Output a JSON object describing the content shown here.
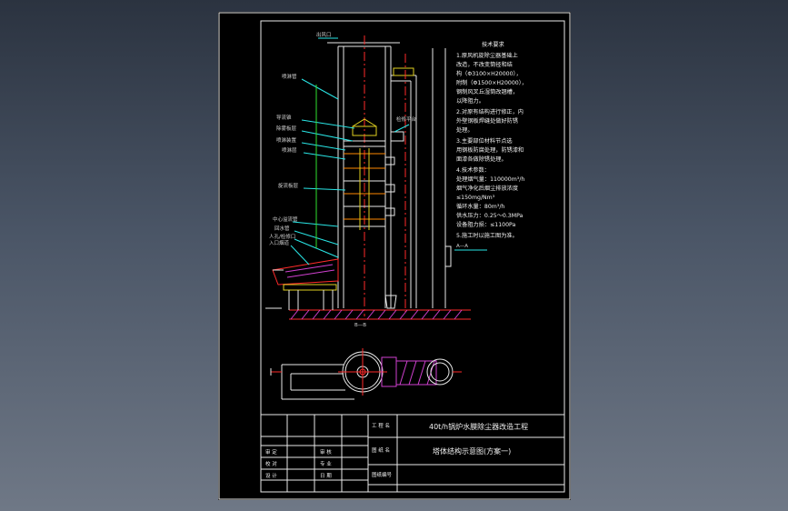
{
  "drawing": {
    "notes_title": "技术要求",
    "notes": [
      "1.原风机旋除尘器基础上",
      "  改造，不改变筒径和结",
      "  构（Φ3100×H20000），",
      "  附制（Φ1500×H20000），",
      "  钢制风叉丘湿筒改翘槽，",
      "  以降阻力。",
      "2.对原有结构进行修正，内",
      "  外壁钢板焊缝处做好防锈",
      "  处理。",
      "3.主要部位材料节点选",
      "  用钢板防腐处理，防锈漆和",
      "  面漆各做除锈处理。",
      "4.技术参数：",
      "  处理烟气量：110000m³/h",
      "  烟气净化后烟尘排放浓度",
      "  ≤150mg/Nm³",
      "  循环水量：80m³/h",
      "  供水压力：0.25～0.3MPa",
      "  设备阻力损：≤1100Pa",
      "5.施工时以施工图为准。"
    ],
    "callouts": [
      "出风口",
      "喷淋管",
      "导流锥",
      "除雾板层",
      "喷淋装置",
      "喷淋层",
      "旋流板层",
      "中心溢流管",
      "回水管",
      "人孔/检修口",
      "入口烟道",
      "A—A",
      "B—B",
      "检修平台"
    ],
    "title_block": {
      "project_label": "工 程 名",
      "project": "40t/h锅炉水膜除尘器改造工程",
      "drawing_label": "图 纸 名",
      "drawing_title": "塔体结构示意图(方案一)",
      "number_label": "图纸编号",
      "left_rows": [
        [
          "审 定",
          "",
          "审 核",
          ""
        ],
        [
          "校 对",
          "",
          "专 业",
          ""
        ],
        [
          "设 计",
          "",
          "日 期",
          ""
        ]
      ]
    }
  },
  "colors": {
    "background": "#000000",
    "line_white": "#e8e8e8",
    "line_red": "#ff2a2a",
    "line_cyan": "#29e6e6",
    "line_green": "#31e031",
    "line_yellow": "#e0d020",
    "line_magenta": "#d040d0"
  }
}
